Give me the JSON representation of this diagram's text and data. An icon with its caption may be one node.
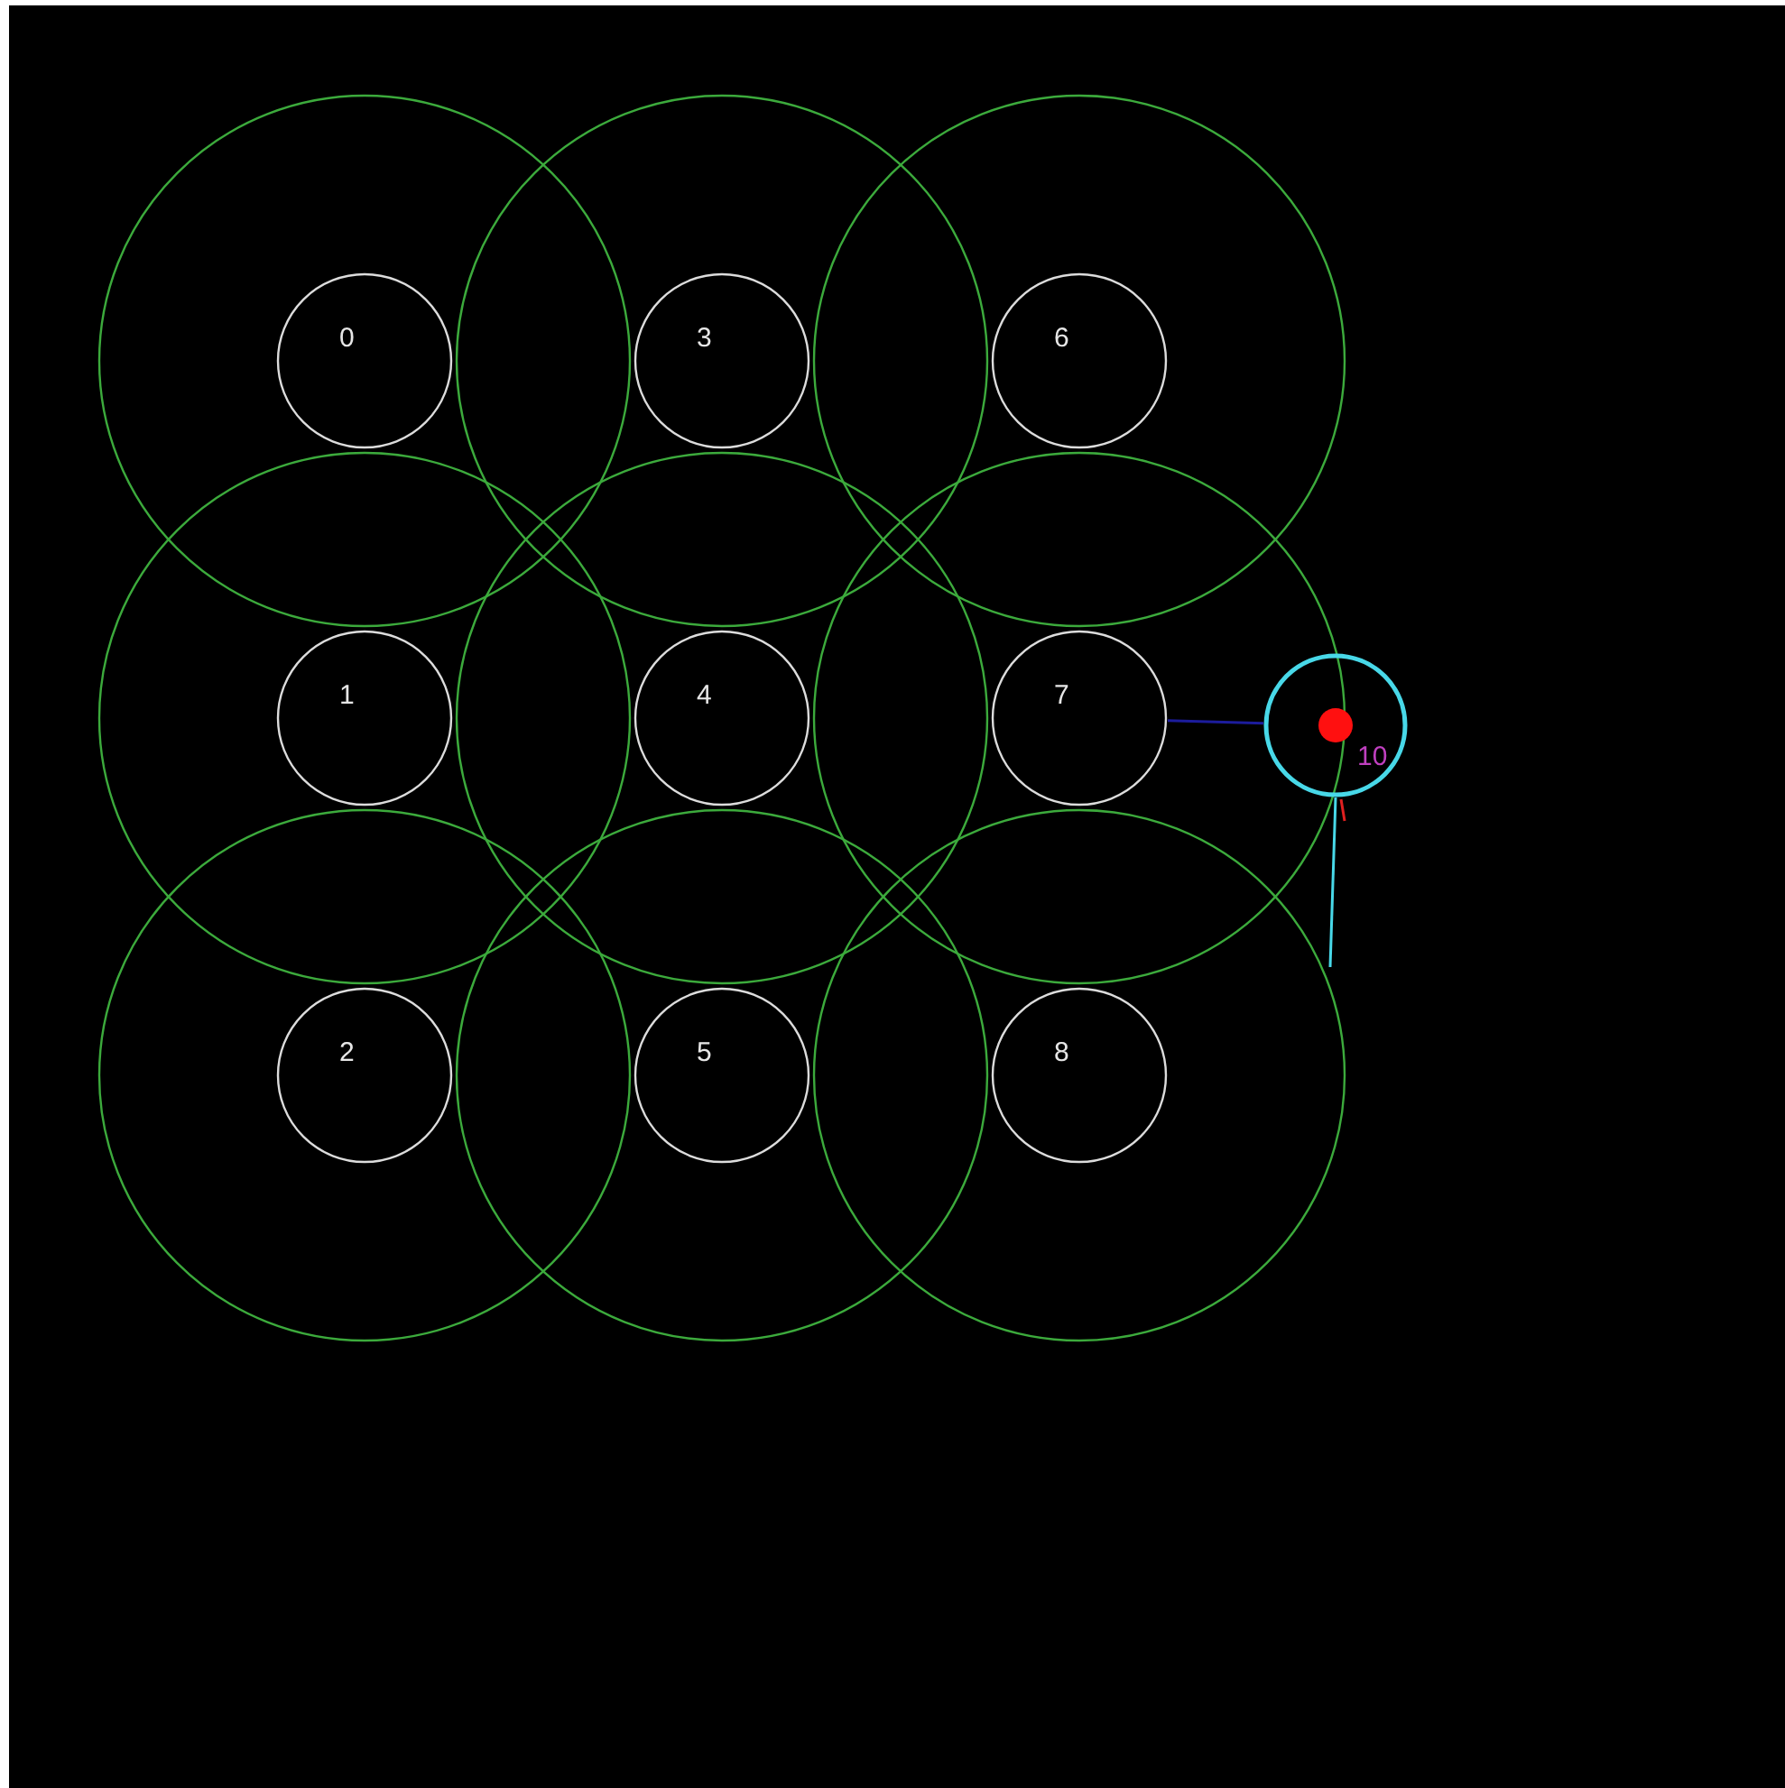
{
  "diagram": {
    "nodes": [
      {
        "text": [
          "0"
        ]
      },
      {
        "text": [
          "1"
        ]
      },
      {
        "text": [
          "2"
        ]
      },
      {
        "text": [
          "3"
        ]
      },
      {
        "text": [
          "4"
        ]
      },
      {
        "text": [
          "5"
        ]
      },
      {
        "text": [
          "6"
        ]
      },
      {
        "text": [
          "7"
        ]
      },
      {
        "text": [
          "8"
        ]
      },
      {
        "text": [
          "10"
        ]
      }
    ],
    "edges": [
      {
        "from": 7,
        "to": 9,
        "arrow": "none",
        "color": "#1c1c9c"
      },
      {
        "from": 9,
        "to": null,
        "arrow": "none",
        "color": "#48d8e8"
      }
    ]
  }
}
